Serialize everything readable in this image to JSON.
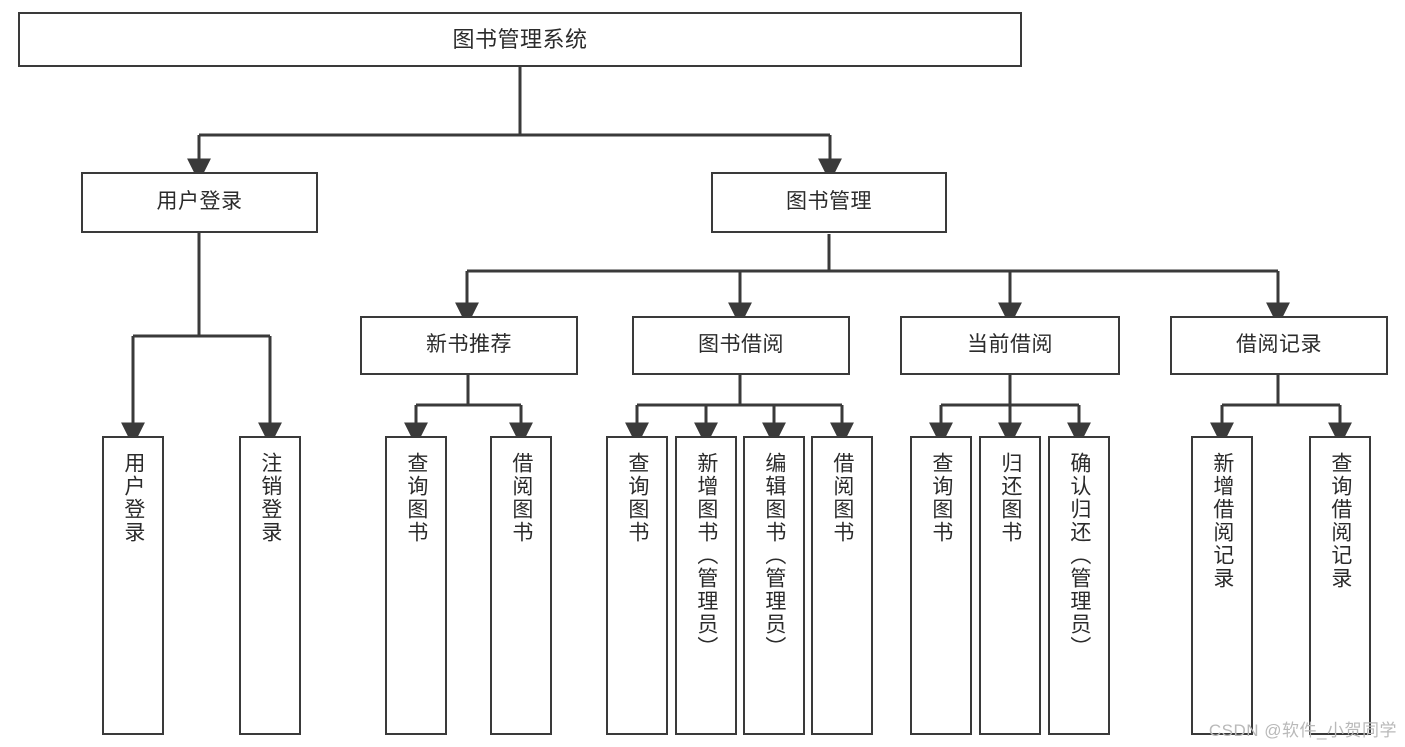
{
  "diagram": {
    "type": "tree",
    "title": "图书管理系统",
    "orientation": "top-down",
    "colors": {
      "box_border": "#3a3a3a",
      "box_fill": "#ffffff",
      "connector": "#3a3a3a",
      "text": "#2b2b2b",
      "watermark": "#b9b9b9",
      "background": "#ffffff"
    },
    "root": {
      "label": "图书管理系统"
    },
    "level2": [
      {
        "id": "user-login",
        "label": "用户登录"
      },
      {
        "id": "book-management",
        "label": "图书管理"
      }
    ],
    "level3": [
      {
        "id": "new-book-recommend",
        "label": "新书推荐",
        "parent": "book-management"
      },
      {
        "id": "book-borrow",
        "label": "图书借阅",
        "parent": "book-management"
      },
      {
        "id": "current-borrow",
        "label": "当前借阅",
        "parent": "book-management"
      },
      {
        "id": "borrow-record",
        "label": "借阅记录",
        "parent": "book-management"
      }
    ],
    "leaves": [
      {
        "id": "leaf-user-login",
        "label": "用户登录",
        "parent": "user-login"
      },
      {
        "id": "leaf-logout-login",
        "label": "注销登录",
        "parent": "user-login"
      },
      {
        "id": "leaf-query-book-1",
        "label": "查询图书",
        "parent": "new-book-recommend"
      },
      {
        "id": "leaf-borrow-book-1",
        "label": "借阅图书",
        "parent": "new-book-recommend"
      },
      {
        "id": "leaf-query-book-2",
        "label": "查询图书",
        "parent": "book-borrow"
      },
      {
        "id": "leaf-add-book",
        "label": "新增图书（管理员）",
        "parent": "book-borrow"
      },
      {
        "id": "leaf-edit-book",
        "label": "编辑图书（管理员）",
        "parent": "book-borrow"
      },
      {
        "id": "leaf-borrow-book-2",
        "label": "借阅图书",
        "parent": "book-borrow"
      },
      {
        "id": "leaf-query-book-3",
        "label": "查询图书",
        "parent": "current-borrow"
      },
      {
        "id": "leaf-return-book",
        "label": "归还图书",
        "parent": "current-borrow"
      },
      {
        "id": "leaf-confirm-return",
        "label": "确认归还（管理员）",
        "parent": "current-borrow"
      },
      {
        "id": "leaf-add-record",
        "label": "新增借阅记录",
        "parent": "borrow-record"
      },
      {
        "id": "leaf-query-record",
        "label": "查询借阅记录",
        "parent": "borrow-record"
      }
    ]
  },
  "watermark": {
    "text": "CSDN @软件_小贺同学"
  }
}
